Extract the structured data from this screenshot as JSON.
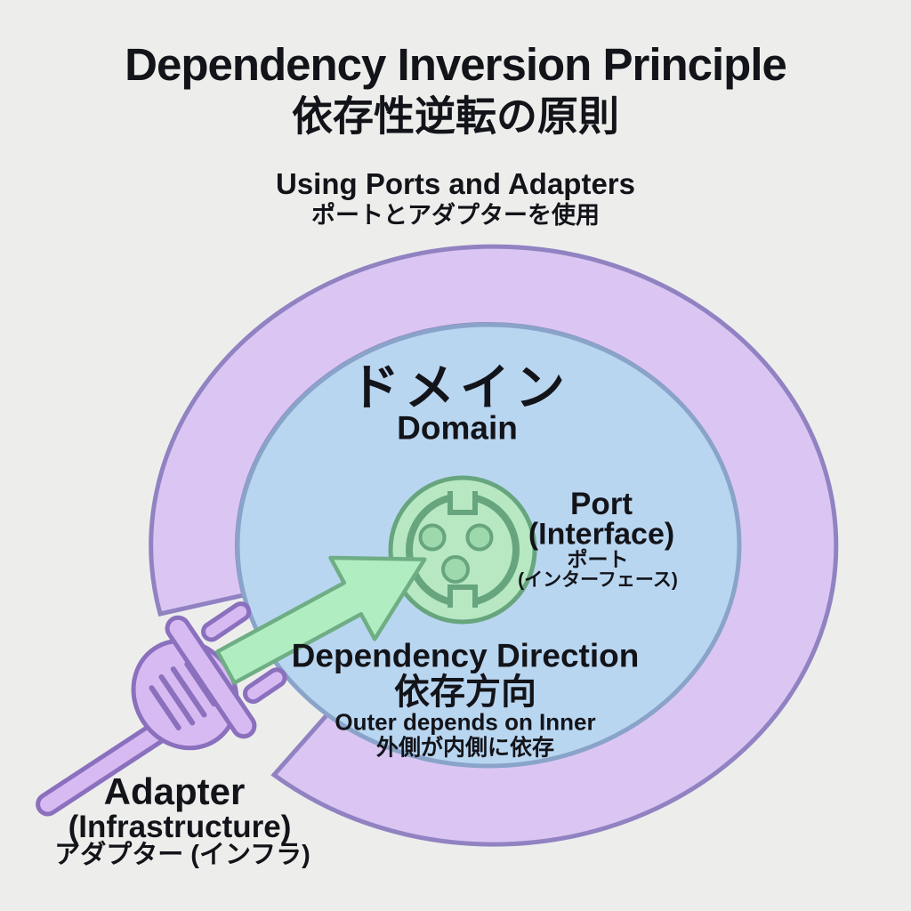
{
  "colors": {
    "background": "#edeeec",
    "ring_fill": "#dbc6f3",
    "ring_stroke": "#9182c2",
    "domain_fill": "#b9d6f1",
    "domain_stroke": "#8aa3c9",
    "socket_fill": "#b7e8c2",
    "socket_stroke": "#67a57e",
    "hole_fill": "#9ed9ad",
    "arrow_fill": "#b0eec1",
    "arrow_stroke": "#6fae85",
    "plug_fill": "#d8baf2",
    "plug_stroke": "#8a70bd",
    "text": "#131419"
  },
  "header": {
    "title_en": "Dependency Inversion Principle",
    "title_ja": "依存性逆転の原則",
    "subtitle_en": "Using Ports and Adapters",
    "subtitle_ja": "ポートとアダプターを使用"
  },
  "diagram": {
    "domain": {
      "label_ja": "ドメイン",
      "label_en": "Domain"
    },
    "port": {
      "line1": "Port",
      "line2": "(Interface)",
      "line3": "ポート",
      "line4": "(インターフェース)"
    },
    "dependency": {
      "line1": "Dependency Direction",
      "line2": "依存方向",
      "line3": "Outer depends on Inner",
      "line4": "外側が内側に依存"
    },
    "adapter": {
      "line1": "Adapter",
      "line2": "(Infrastructure)",
      "line3": "アダプター (インフラ)"
    }
  }
}
